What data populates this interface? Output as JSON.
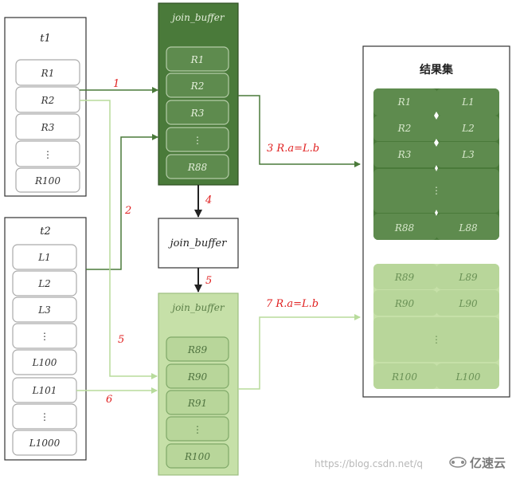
{
  "t1": {
    "title": "t1",
    "rows": [
      "R1",
      "R2",
      "R3",
      "⋮",
      "R100"
    ]
  },
  "t2": {
    "title": "t2",
    "rows": [
      "L1",
      "L2",
      "L3",
      "⋮",
      "L100",
      "L101",
      "⋮",
      "L1000"
    ]
  },
  "join_buffer_top": {
    "title": "join_buffer",
    "rows": [
      "R1",
      "R2",
      "R3",
      "⋮",
      "R88"
    ]
  },
  "join_buffer_mid": {
    "title": "join_buffer"
  },
  "join_buffer_bottom": {
    "title": "join_buffer",
    "rows": [
      "R89",
      "R90",
      "R91",
      "⋮",
      "R100"
    ]
  },
  "result_set": {
    "title": "结果集",
    "group1": {
      "left": [
        "R1",
        "R2",
        "R3",
        "⋮",
        "R88"
      ],
      "right": [
        "L1",
        "L2",
        "L3",
        "",
        "L88"
      ]
    },
    "group2": {
      "left": [
        "R89",
        "R90",
        "⋮",
        "R100"
      ],
      "right": [
        "L89",
        "L90",
        "",
        "L100"
      ]
    }
  },
  "step_labels": {
    "s1": "1",
    "s2": "2",
    "s3": "3 R.a=L.b",
    "s4": "4",
    "s5a": "5",
    "s5b": "5",
    "s6": "6",
    "s7": "7 R.a=L.b"
  },
  "watermark": {
    "url": "https://blog.csdn.net/q",
    "brand": "亿速云"
  },
  "colors": {
    "dark_green": "#4a7a3a",
    "dark_green_row": "#5e8b4e",
    "light_green": "#c6e0a8",
    "light_green_row": "#b8d69a",
    "step_red": "#e02020",
    "arrow_dark": "#4a7a3a",
    "arrow_light": "#b8dc9c"
  }
}
